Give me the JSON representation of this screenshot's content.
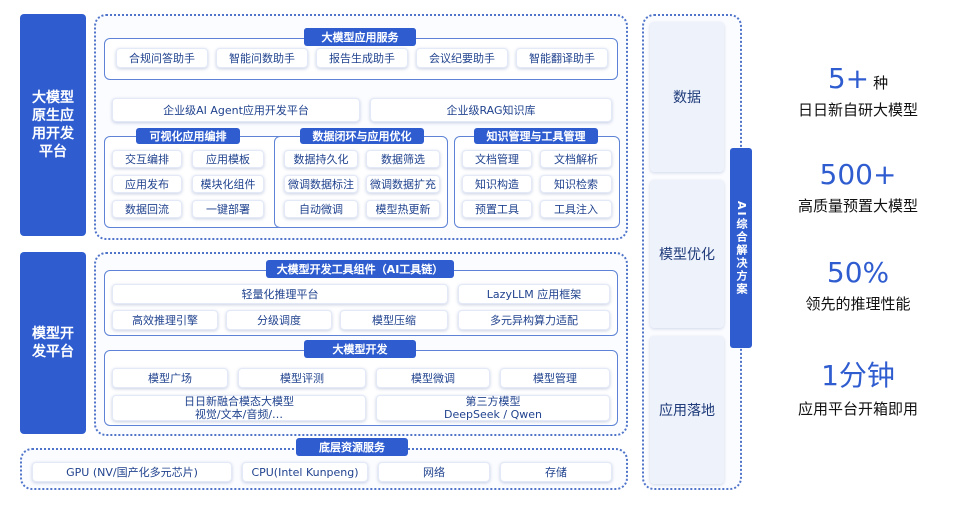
{
  "left_labels": {
    "app_platform": "大模型原生应用开发平台",
    "model_platform": "模型开发平台"
  },
  "app_services": {
    "title": "大模型应用服务",
    "row1": [
      "合规问答助手",
      "智能问数助手",
      "报告生成助手",
      "会议纪要助手",
      "智能翻译助手"
    ],
    "row2": [
      "企业级AI Agent应用开发平台",
      "企业级RAG知识库"
    ]
  },
  "visual_orchestration": {
    "title": "可视化应用编排",
    "items": [
      "交互编排",
      "应用模板",
      "应用发布",
      "模块化组件",
      "数据回流",
      "一键部署"
    ]
  },
  "data_loop": {
    "title": "数据闭环与应用优化",
    "items": [
      "数据持久化",
      "数据筛选",
      "微调数据标注",
      "微调数据扩充",
      "自动微调",
      "模型热更新"
    ]
  },
  "knowledge_tools": {
    "title": "知识管理与工具管理",
    "items": [
      "文档管理",
      "文档解析",
      "知识构造",
      "知识检索",
      "预置工具",
      "工具注入"
    ]
  },
  "toolchain": {
    "title": "大模型开发工具组件（AI工具链）",
    "row1": [
      "轻量化推理平台",
      "LazyLLM 应用框架"
    ],
    "row2": [
      "高效推理引擎",
      "分级调度",
      "模型压缩",
      "多元异构算力适配"
    ]
  },
  "model_dev": {
    "title": "大模型开发",
    "row1": [
      "模型广场",
      "模型评测",
      "模型微调",
      "模型管理"
    ],
    "own_model": {
      "line1": "日日新融合模态大模型",
      "line2": "视觉/文本/音频/…"
    },
    "third_party": {
      "line1": "第三方模型",
      "line2": "DeepSeek / Qwen"
    }
  },
  "infra": {
    "title": "底层资源服务",
    "items": [
      "GPU (NV/国产化多元芯片)",
      "CPU(Intel Kunpeng)",
      "网络",
      "存储"
    ]
  },
  "right_column": {
    "boxes": [
      "数据",
      "模型优化",
      "应用落地"
    ],
    "ai_bar": "AI综合解决方案"
  },
  "stats": [
    {
      "value": "5+",
      "unit": "种",
      "label": "日日新自研大模型"
    },
    {
      "value": "500+",
      "unit": "",
      "label": "高质量预置大模型"
    },
    {
      "value": "50%",
      "unit": "",
      "label": "领先的推理性能"
    },
    {
      "value": "1分钟",
      "unit": "",
      "label": "应用平台开箱即用"
    }
  ]
}
